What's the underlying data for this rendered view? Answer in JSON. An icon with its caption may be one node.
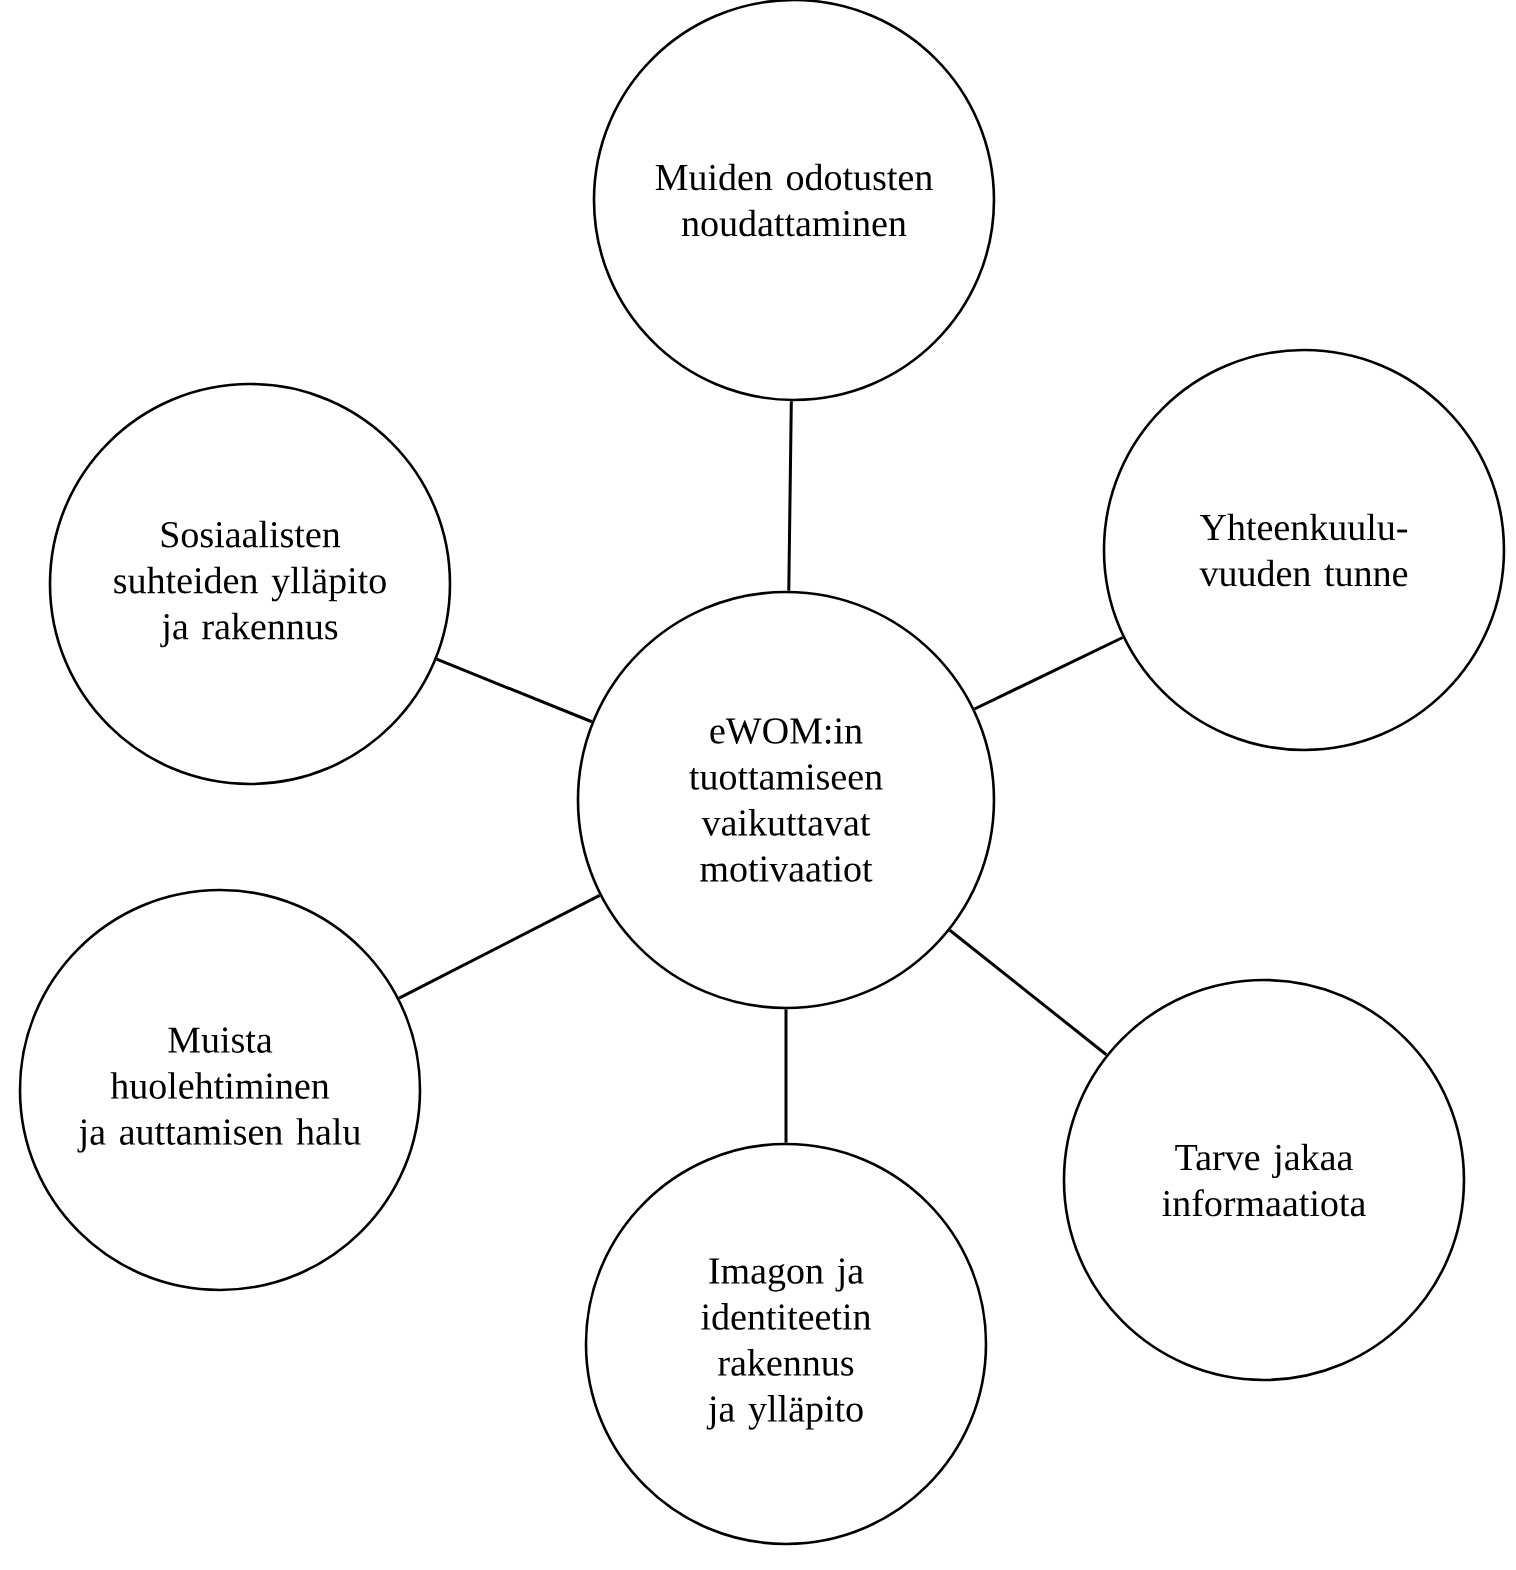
{
  "diagram": {
    "nodes": [
      {
        "text": [
          "Muiden odotusten noudattaminen"
        ]
      },
      {
        "text": [
          "Sosiaalisten suhteiden ylläpito ja rakennus"
        ]
      },
      {
        "text": [
          "Yhteenkuulu- vuuden tunne"
        ]
      },
      {
        "text": [
          "eWOM:in tuottamiseen vaikuttavat motivaatiot"
        ]
      },
      {
        "text": [
          "Muista huolehtiminen ja auttamisen halu"
        ]
      },
      {
        "text": [
          "Tarve jakaa informaatiota"
        ]
      },
      {
        "text": [
          "Imagon ja identiteetin rakennus ja ylläpito"
        ]
      }
    ],
    "edges": [
      {
        "from": 3,
        "to": 0,
        "arrow": "none"
      },
      {
        "from": 3,
        "to": 2,
        "arrow": "none"
      },
      {
        "from": 3,
        "to": 5,
        "arrow": "none"
      },
      {
        "from": 3,
        "to": 6,
        "arrow": "none"
      },
      {
        "from": 3,
        "to": 4,
        "arrow": "none"
      },
      {
        "from": 3,
        "to": 1,
        "arrow": "none"
      }
    ]
  }
}
